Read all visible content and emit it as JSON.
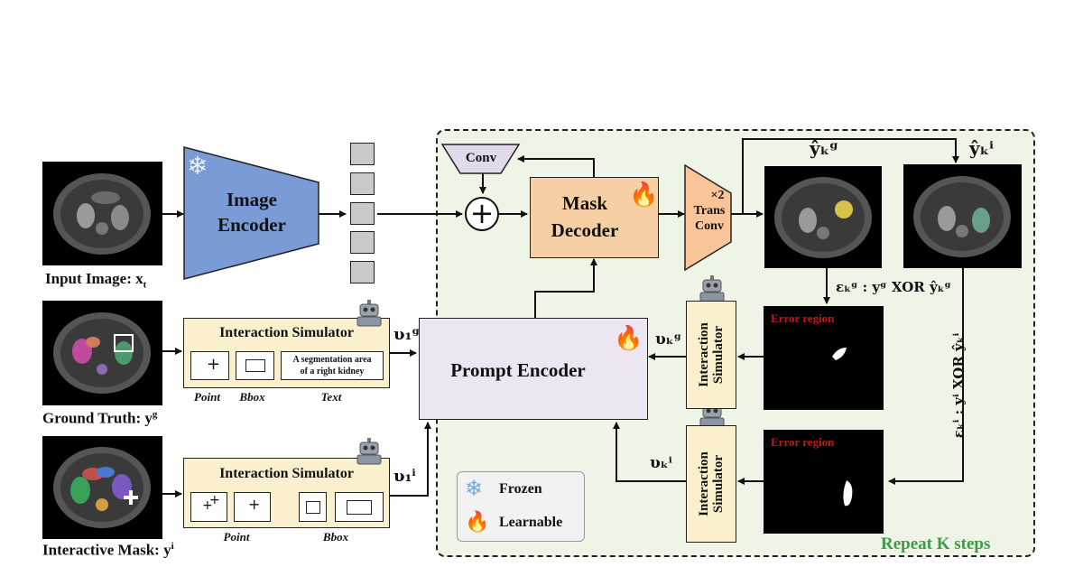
{
  "image_encoder": {
    "line1": "Image",
    "line2": "Encoder"
  },
  "conv_label": "Conv",
  "plus_symbol": "+",
  "mask_decoder": {
    "line1": "Mask",
    "line2": "Decoder"
  },
  "trans_conv": {
    "times": "×2",
    "line1": "Trans",
    "line2": "Conv"
  },
  "prompt_encoder": "Prompt Encoder",
  "captions": {
    "input": "Input Image: x",
    "input_sub": "t",
    "ground_truth": "Ground Truth: y",
    "ground_truth_sup": "g",
    "interactive_mask": "Interactive Mask: y",
    "interactive_mask_sup": "i"
  },
  "sim_top": {
    "title": "Interaction Simulator",
    "point_label": "Point",
    "bbox_label": "Bbox",
    "text_label": "Text",
    "text_content_line1": "A segmentation area",
    "text_content_line2": "of a right kidney"
  },
  "sim_bottom": {
    "title": "Interaction Simulator",
    "point_label": "Point",
    "bbox_label": "Bbox"
  },
  "vsim": {
    "line1": "Interaction",
    "line2": "Simulator"
  },
  "error_region": "Error region",
  "legend": {
    "frozen": "Frozen",
    "learnable": "Learnable"
  },
  "repeat": "Repeat K steps",
  "math": {
    "v1g": "υ₁ᵍ",
    "v1i": "υ₁ⁱ",
    "vkg": "υₖᵍ",
    "vki": "υₖⁱ",
    "yhat_g": "ŷₖᵍ",
    "yhat_i": "ŷₖⁱ",
    "eps_g": "εₖᵍ : yᵍ XOR ŷₖᵍ",
    "eps_i": "εₖⁱ : yⁱ XOR ŷₖⁱ"
  },
  "colors": {
    "encoder_blue": "#7b9bd6",
    "decoder_orange": "#f7cfa5",
    "transconv_orange": "#f9c49a",
    "prompt_lavender": "#ece6f2",
    "simulator_yellow": "#fbf0cd",
    "green_panel": "#eef5e6",
    "repeat_green": "#3a9c48",
    "error_red": "#c01818"
  }
}
